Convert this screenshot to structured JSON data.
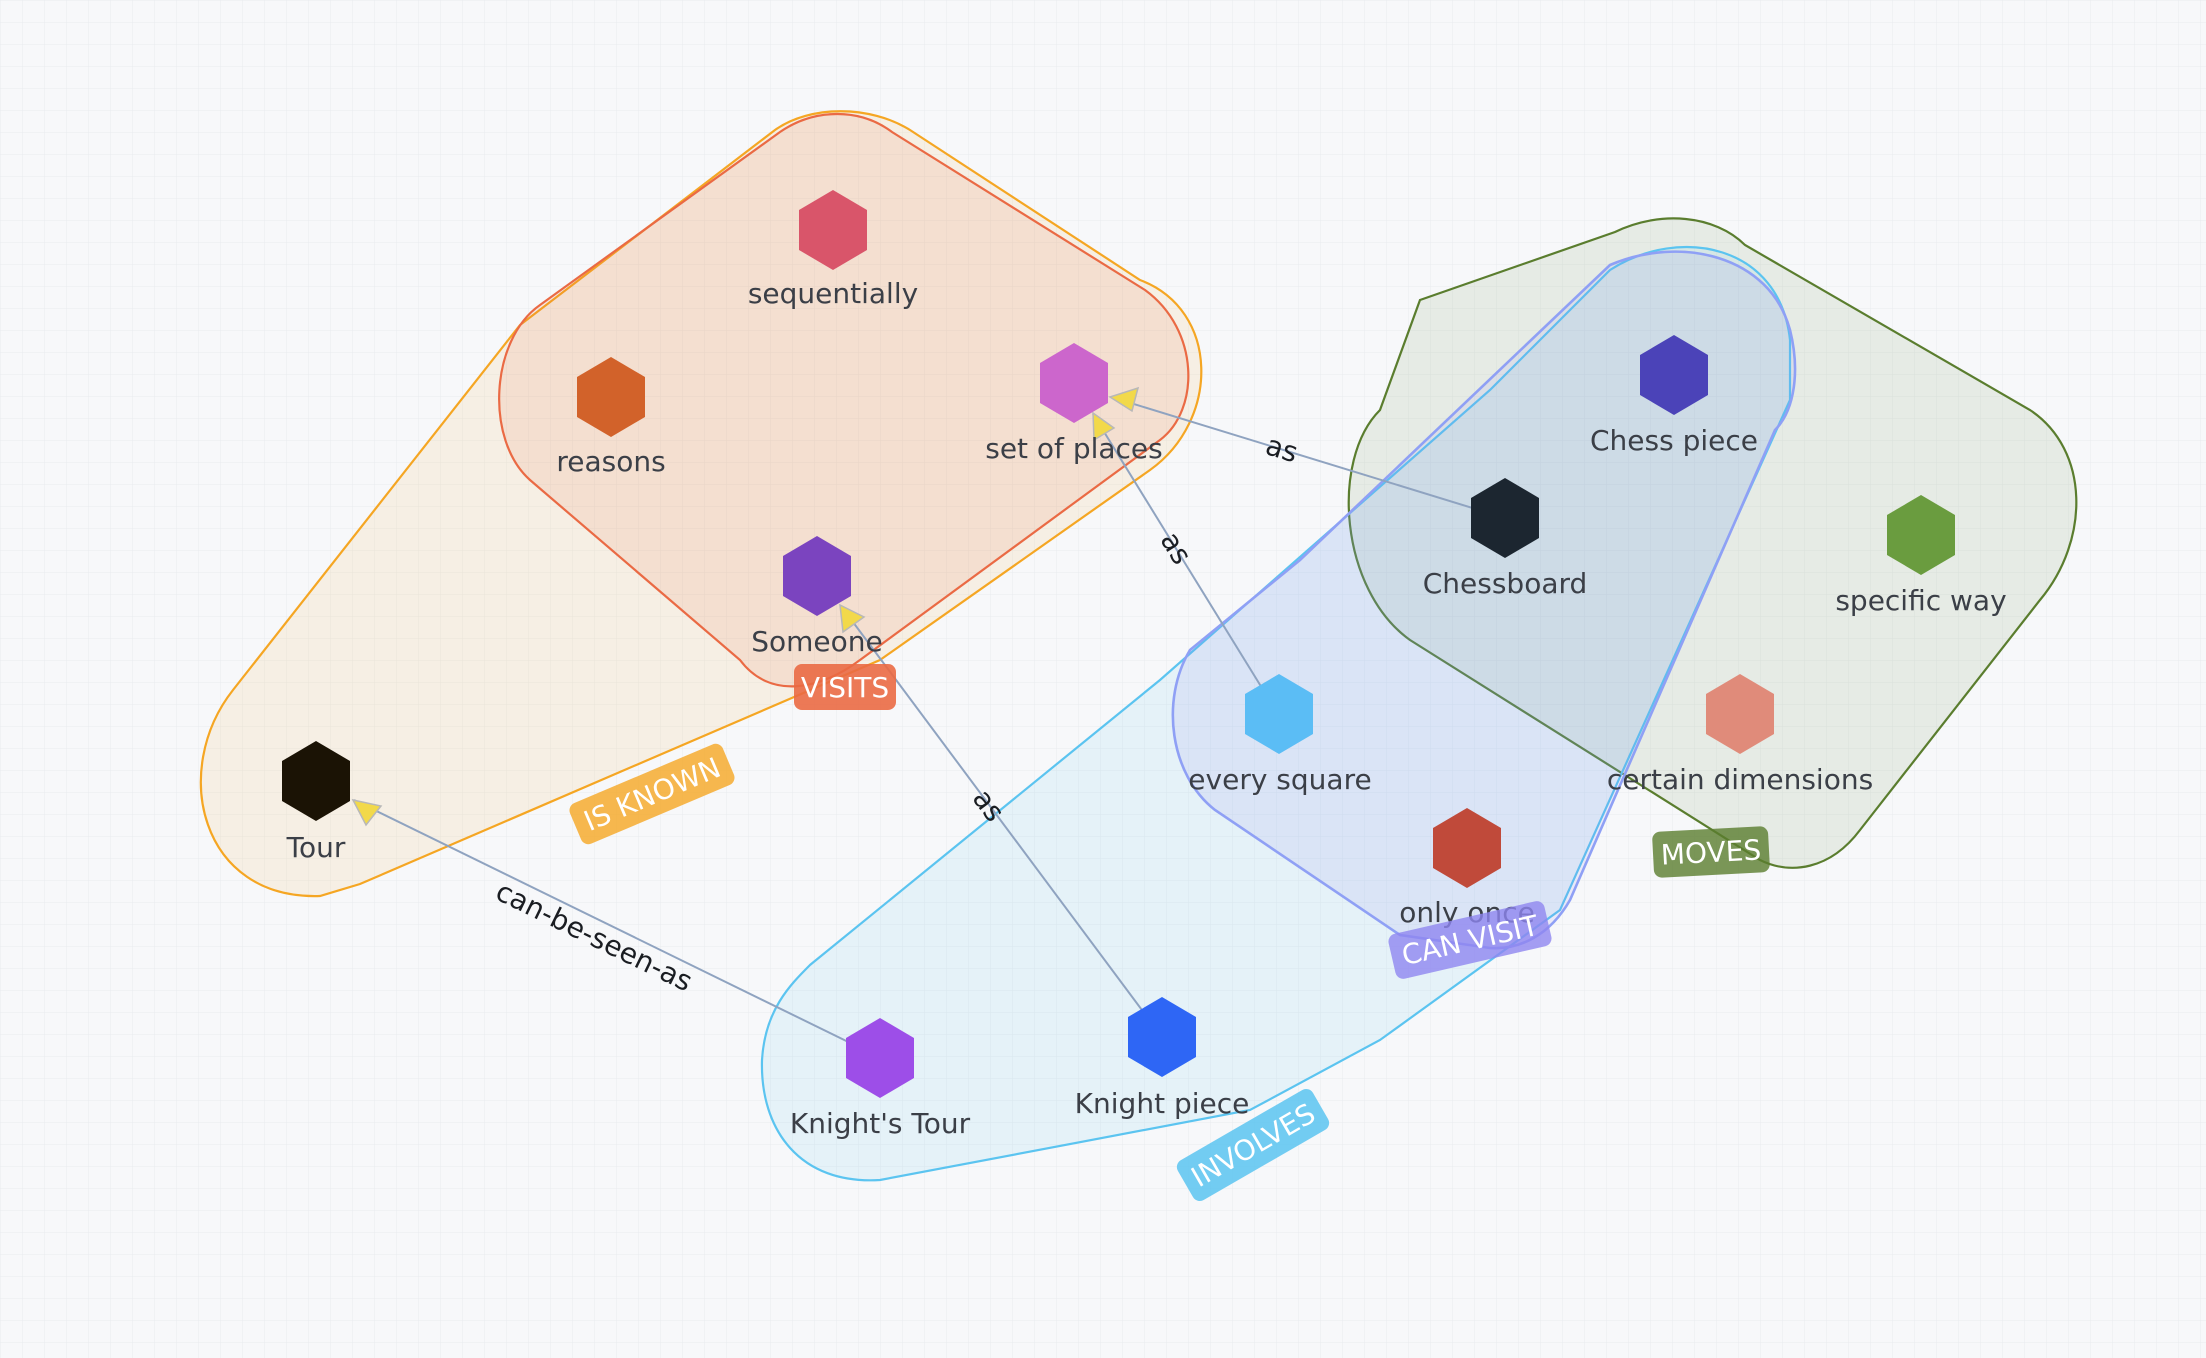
{
  "nodes": [
    {
      "id": "sequentially",
      "label": "sequentially",
      "color": "#d9556a"
    },
    {
      "id": "reasons",
      "label": "reasons",
      "color": "#d2622a"
    },
    {
      "id": "set_of_places",
      "label": "set of places",
      "color": "#cc66cc"
    },
    {
      "id": "someone",
      "label": "Someone",
      "color": "#7b44bf"
    },
    {
      "id": "tour",
      "label": "Tour",
      "color": "#1b1305"
    },
    {
      "id": "chess_piece",
      "label": "Chess piece",
      "color": "#4b43b8"
    },
    {
      "id": "chessboard",
      "label": "Chessboard",
      "color": "#1c2630"
    },
    {
      "id": "specific_way",
      "label": "specific way",
      "color": "#6a9c3f"
    },
    {
      "id": "every_square",
      "label": "every square",
      "color": "#5bbdf5"
    },
    {
      "id": "certain_dimensions",
      "label": "certain dimensions",
      "color": "#e08b7a"
    },
    {
      "id": "only_once",
      "label": "only once",
      "color": "#c04a3a"
    },
    {
      "id": "knights_tour",
      "label": "Knight's Tour",
      "color": "#9d4ee8"
    },
    {
      "id": "knight_piece",
      "label": "Knight piece",
      "color": "#2e66f5"
    }
  ],
  "edges": [
    {
      "id": "chessboard-set_of_places",
      "label": "as"
    },
    {
      "id": "every_square-set_of_places",
      "label": "as"
    },
    {
      "id": "knight_piece-someone",
      "label": "as"
    },
    {
      "id": "knights_tour-tour",
      "label": "can-be-seen-as"
    }
  ],
  "groups": [
    {
      "id": "is_known",
      "label": "IS KNOWN",
      "color": "#f5a623"
    },
    {
      "id": "visits",
      "label": "VISITS",
      "color": "#ea6a44"
    },
    {
      "id": "involves",
      "label": "INVOLVES",
      "color": "#5bc4f0"
    },
    {
      "id": "can_visit",
      "label": "CAN VISIT",
      "color": "#8f86f0"
    },
    {
      "id": "moves",
      "label": "MOVES",
      "color": "#5a7d2e"
    }
  ]
}
